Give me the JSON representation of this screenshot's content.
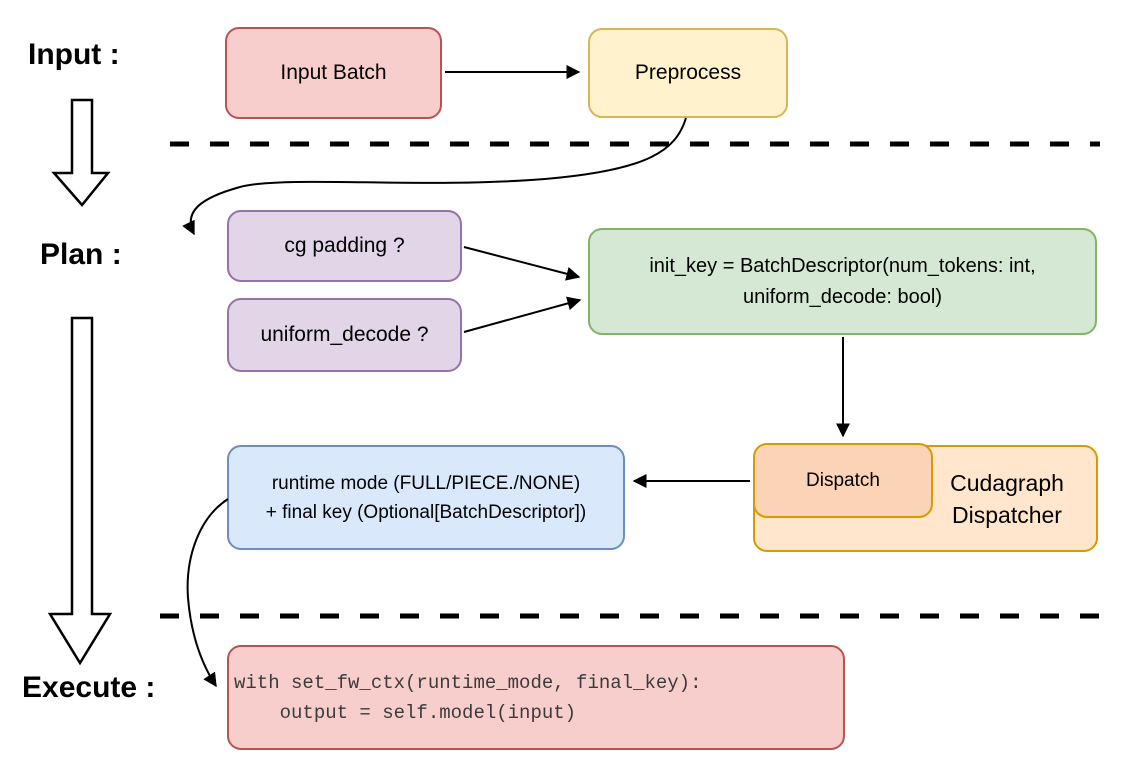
{
  "diagram": {
    "background": "#ffffff",
    "edge_color": "#000000",
    "sections": {
      "input": {
        "label": "Input :"
      },
      "plan": {
        "label": "Plan :"
      },
      "execute": {
        "label": "Execute :"
      }
    },
    "nodes": {
      "input_batch": {
        "label": "Input Batch",
        "fill": "#f8cecc",
        "stroke": "#b85450"
      },
      "preprocess": {
        "label": "Preprocess",
        "fill": "#fff2cc",
        "stroke": "#d6b656"
      },
      "cg_padding": {
        "label": "cg padding ?",
        "fill": "#e1d5e7",
        "stroke": "#9673a6"
      },
      "uniform_decode": {
        "label": "uniform_decode ?",
        "fill": "#e1d5e7",
        "stroke": "#9673a6"
      },
      "init_key": {
        "line1": "init_key = BatchDescriptor(num_tokens: int,",
        "line2": "uniform_decode: bool)",
        "fill": "#d5e8d4",
        "stroke": "#82b366"
      },
      "dispatch": {
        "label": "Dispatch",
        "fill": "#fbd3b7",
        "stroke": "#d79b00"
      },
      "cudagraph_dispatcher": {
        "line1": "Cudagraph",
        "line2": "Dispatcher",
        "fill": "#ffe6cc",
        "stroke": "#d79b00"
      },
      "runtime_output": {
        "line1": "runtime mode (FULL/PIECE./NONE)",
        "line2": "+ final key (Optional[BatchDescriptor])",
        "fill": "#dae8fc",
        "stroke": "#6c8ebf"
      },
      "execute_code": {
        "line1": "with set_fw_ctx(runtime_mode, final_key):",
        "line2": "    output = self.model(input)",
        "fill": "#f8cecc",
        "stroke": "#b85450",
        "text_color": "#3b3b3b"
      }
    }
  }
}
